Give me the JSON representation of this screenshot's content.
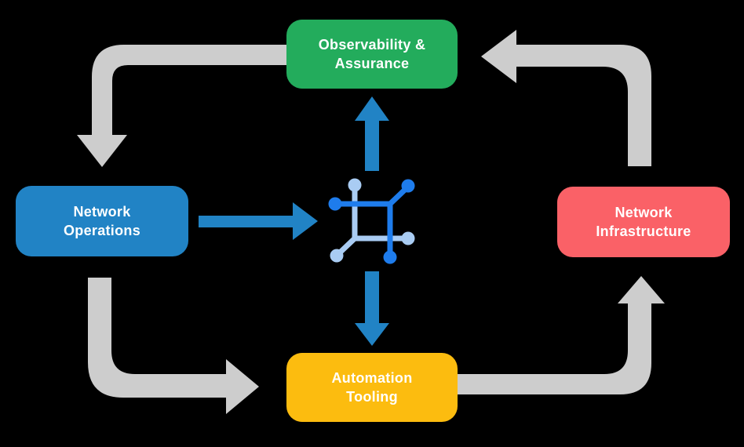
{
  "colors": {
    "background": "#000000",
    "text": "#FFFFFF",
    "arrow_gray": "#CDCDCD",
    "arrow_blue": "#2183C5",
    "node_green": "#23AC5C",
    "node_blue": "#2183C5",
    "node_red": "#FA6167",
    "node_yellow": "#FCBC0F",
    "icon_dark_blue": "#1E7CEC",
    "icon_light_blue": "#A9CCF3"
  },
  "nodes": {
    "observability": {
      "line1": "Observability &",
      "line2": "Assurance"
    },
    "operations": {
      "line1": "Network",
      "line2": "Operations"
    },
    "infrastructure": {
      "line1": "Network",
      "line2": "Infrastructure"
    },
    "automation": {
      "line1": "Automation",
      "line2": "Tooling"
    }
  },
  "center_icon": "network-platform-icon",
  "edges": [
    {
      "from": "Observability & Assurance",
      "to": "Network Operations",
      "style": "gray"
    },
    {
      "from": "Network Operations",
      "to": "Automation Tooling",
      "style": "gray"
    },
    {
      "from": "Automation Tooling",
      "to": "Network Infrastructure",
      "style": "gray"
    },
    {
      "from": "Network Infrastructure",
      "to": "Observability & Assurance",
      "style": "gray"
    },
    {
      "from": "Network Operations",
      "to": "network-platform-icon",
      "style": "blue"
    },
    {
      "from": "network-platform-icon",
      "to": "Observability & Assurance",
      "style": "blue"
    },
    {
      "from": "network-platform-icon",
      "to": "Automation Tooling",
      "style": "blue"
    }
  ]
}
